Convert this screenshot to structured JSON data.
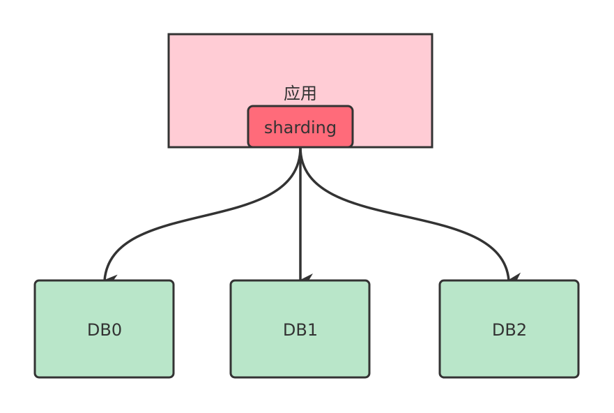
{
  "application": {
    "label": "应用"
  },
  "router": {
    "label": "sharding"
  },
  "databases": [
    {
      "label": "DB0"
    },
    {
      "label": "DB1"
    },
    {
      "label": "DB2"
    }
  ],
  "colors": {
    "application_fill": "#ffccd5",
    "router_fill": "#ff6b7a",
    "database_fill": "#b9e6c9",
    "stroke": "#333333"
  }
}
